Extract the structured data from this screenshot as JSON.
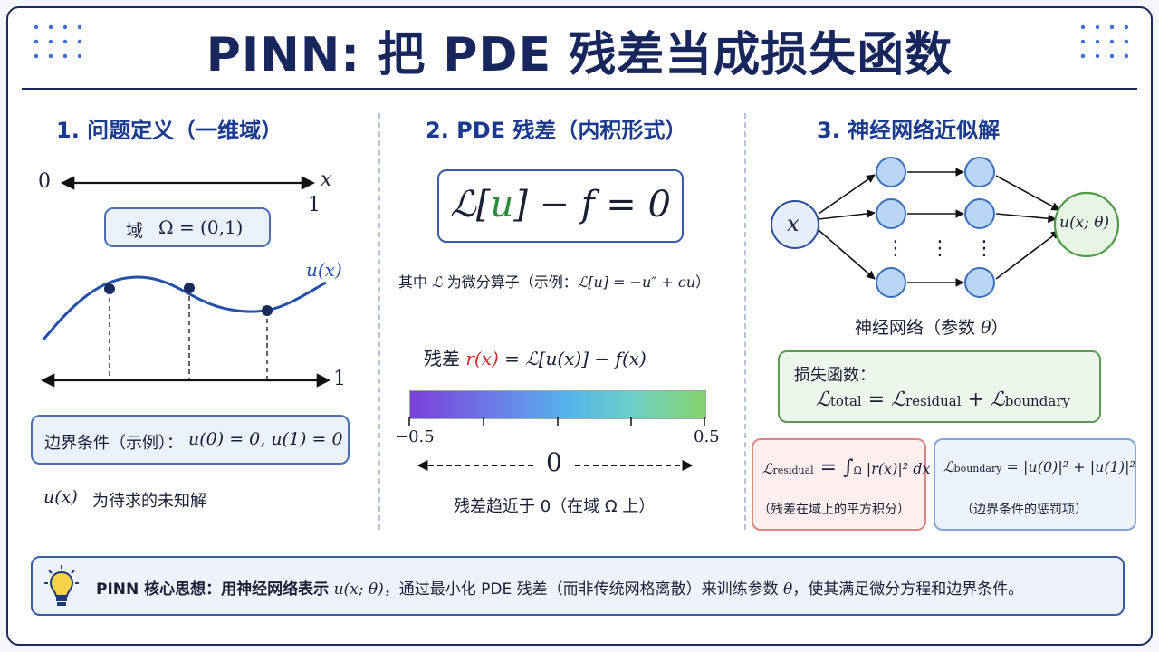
{
  "title": "PINN: 把 PDE 残差当成损失函数",
  "col1": {
    "heading": "1. 问题定义（一维域）",
    "axis_zero": "0",
    "axis_var": "x",
    "axis_one": "1",
    "domain_prefix": "域",
    "domain_math": "Ω = (0,1)",
    "curve_label": "u(x)",
    "axis2_one": "1",
    "bc_prefix": "边界条件（示例）：",
    "bc_math": "u(0) = 0,  u(1) = 0",
    "unknown_math": "u(x)",
    "unknown_text": "为待求的未知解"
  },
  "col2": {
    "heading": "2. PDE 残差（内积形式）",
    "eq_L": "ℒ[",
    "eq_u": "u",
    "eq_rest": "] − f = 0",
    "where_prefix": "其中",
    "where_L": "ℒ",
    "where_mid": "为微分算子（示例：",
    "where_math": "ℒ[u] = −u″ + cu",
    "where_suffix": "）",
    "res_prefix": "残差",
    "res_r": "r(x)",
    "res_rest": "= ℒ[u(x)] − f(x)",
    "cbar_min": "−0.5",
    "cbar_max": "0.5",
    "zero_label": "0",
    "approach_text": "残差趋近于 0（在域 Ω 上）",
    "colors": {
      "start": "#7a3fd8",
      "mid": "#55b6ea",
      "end": "#86d36d",
      "red": "#d42a2a",
      "green": "#2c8a3a"
    }
  },
  "col3": {
    "heading": "3. 神经网络近似解",
    "input_node": "x",
    "output_node": "u(x; θ)",
    "dots": "⋮",
    "net_caption_prefix": "神经网络（参数",
    "net_caption_theta": "θ",
    "net_caption_suffix": "）",
    "loss_title": "损失函数：",
    "loss_main": "ℒ",
    "loss_total_sub": "total",
    "loss_eq": " = ℒ",
    "loss_res_sub": "residual",
    "loss_plus": " + ℒ",
    "loss_bnd_sub": "boundary",
    "res_box_L": "ℒ",
    "res_box_sub": "residual",
    "res_box_eq": " = ∫",
    "res_box_omega": "Ω",
    "res_box_rest": " |r(x)|² dx",
    "res_box_note": "（残差在域上的平方积分）",
    "bnd_box_L": "ℒ",
    "bnd_box_sub": "boundary",
    "bnd_box_rest": " = |u(0)|² + |u(1)|²",
    "bnd_box_note": "（边界条件的惩罚项）"
  },
  "footer": {
    "lead": "PINN 核心思想：用神经网络表示",
    "math1": "u(x; θ)",
    "mid": "，通过最小化 PDE 残差（而非传统网格离散）来训练参数",
    "math2": "θ",
    "tail": "，使其满足微分方程和边界条件。"
  }
}
